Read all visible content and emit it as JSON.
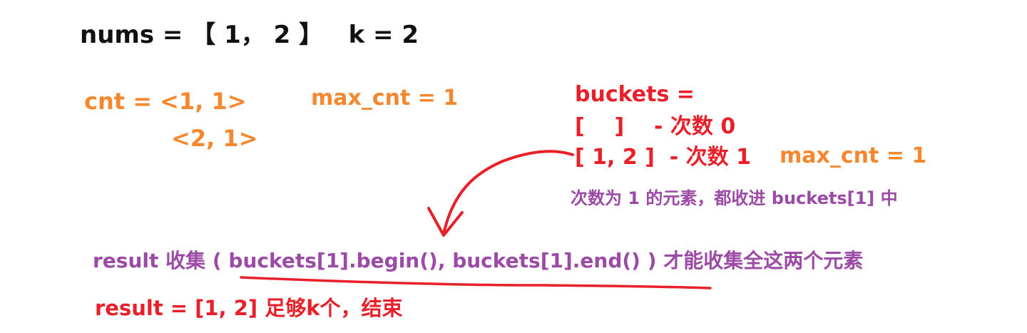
{
  "header": {
    "nums_line": "nums = 【 1， 2 】   k = 2"
  },
  "cnt": {
    "line1": "cnt = <1, 1>",
    "line2": "<2, 1>",
    "max_cnt": "max_cnt = 1"
  },
  "buckets": {
    "title": "buckets =",
    "row0": "[    ]    - 次数 0",
    "row1": "[ 1, 2 ]  - 次数 1",
    "row1_max": "max_cnt = 1",
    "note": "次数为 1 的元素，都收进 buckets[1] 中"
  },
  "result": {
    "collect": "result 收集 ( buckets[1].begin(), buckets[1].end() ) 才能收集全这两个元素",
    "final": "result = [1, 2] 足够k个，结束"
  },
  "colors": {
    "black": "#111111",
    "orange": "#f5872f",
    "red": "#e8202a",
    "purple": "#9b4aa6"
  }
}
